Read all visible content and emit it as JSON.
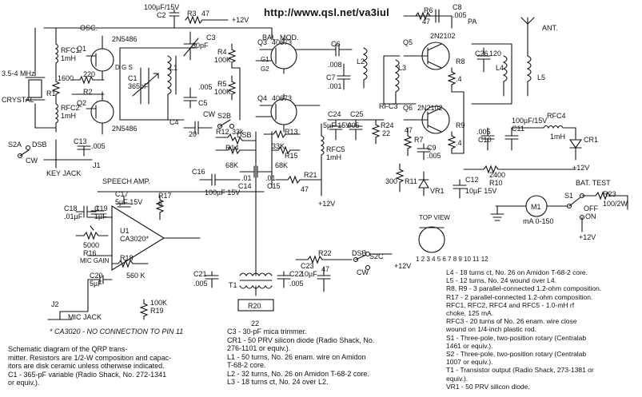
{
  "url": "http://www.qsl.net/va3iul",
  "section_labels": {
    "osc": "OSC.",
    "bal_mod": "BAL. MOD.",
    "pa": "PA",
    "speech_amp": "SPEECH AMP.",
    "ant": "ANT.",
    "key_jack": "KEY JACK",
    "mic_jack": "MIC JACK",
    "top_view": "TOP VIEW",
    "bat_test": "BAT. TEST",
    "crystal": "CRYSTAL",
    "crystal_freq": "3.5-4 MHz"
  },
  "supply": {
    "plus12": "+12V"
  },
  "components": [
    {
      "ref": "C2",
      "value": "100µF/15V"
    },
    {
      "ref": "R3",
      "value": "47"
    },
    {
      "ref": "C3",
      "value": "30pF"
    },
    {
      "ref": "Q1",
      "value": "2N5486"
    },
    {
      "ref": "Q2",
      "value": "2N5486"
    },
    {
      "ref": "RFC1",
      "value": "1mH"
    },
    {
      "ref": "RFC2",
      "value": "1mH"
    },
    {
      "ref": "R1",
      "value": "1600"
    },
    {
      "ref": "R2",
      "value": "220"
    },
    {
      "ref": "C1",
      "value": "365pF"
    },
    {
      "ref": "L1",
      "value": ""
    },
    {
      "ref": "C4",
      "value": "20"
    },
    {
      "ref": "C5",
      "value": ".005"
    },
    {
      "ref": "R4",
      "value": "100K"
    },
    {
      "ref": "R5",
      "value": "100K"
    },
    {
      "ref": "Q3",
      "value": "40673"
    },
    {
      "ref": "Q4",
      "value": "40673"
    },
    {
      "ref": "C6",
      "value": ".008"
    },
    {
      "ref": "C7",
      "value": ".001"
    },
    {
      "ref": "L2",
      "value": ""
    },
    {
      "ref": "L3",
      "value": ""
    },
    {
      "ref": "RFC3",
      "value": ""
    },
    {
      "ref": "R6",
      "value": "47"
    },
    {
      "ref": "C8",
      "value": ".005"
    },
    {
      "ref": "Q5",
      "value": "2N2102"
    },
    {
      "ref": "Q6",
      "value": "2N2102"
    },
    {
      "ref": "R8",
      "value": ".4"
    },
    {
      "ref": "R9",
      "value": ".4"
    },
    {
      "ref": "C26",
      "value": "120"
    },
    {
      "ref": "L4",
      "value": ""
    },
    {
      "ref": "L5",
      "value": ""
    },
    {
      "ref": "RFC4",
      "value": "1mH"
    },
    {
      "ref": "C10",
      "value": ".005"
    },
    {
      "ref": "C11",
      "value": "100µF/15V"
    },
    {
      "ref": "CR1",
      "value": ""
    },
    {
      "ref": "C24",
      "value": "5µF 15V"
    },
    {
      "ref": "C25",
      "value": ".005"
    },
    {
      "ref": "R24",
      "value": "22"
    },
    {
      "ref": "RFC5",
      "value": "1mH"
    },
    {
      "ref": "R12",
      "value": "33k"
    },
    {
      "ref": "R13",
      "value": "33K"
    },
    {
      "ref": "R14",
      "value": "68K"
    },
    {
      "ref": "R15",
      "value": "68K"
    },
    {
      "ref": "C16",
      "value": "100µF 15V"
    },
    {
      "ref": "C14",
      "value": ".01"
    },
    {
      "ref": "C15",
      "value": ".01"
    },
    {
      "ref": "R21",
      "value": "47"
    },
    {
      "ref": "R7",
      "value": "47"
    },
    {
      "ref": "C9",
      "value": ".005"
    },
    {
      "ref": "R11",
      "value": "300"
    },
    {
      "ref": "VR1",
      "value": ""
    },
    {
      "ref": "C12",
      "value": "10µF 15V"
    },
    {
      "ref": "R10",
      "value": "2400"
    },
    {
      "ref": "C13",
      "value": ".005"
    },
    {
      "ref": "C17",
      "value": "5µF 15V"
    },
    {
      "ref": "R17",
      "value": "6"
    },
    {
      "ref": "C18",
      "value": ".01µF"
    },
    {
      "ref": "C19",
      "value": "1µF"
    },
    {
      "ref": "U1",
      "value": "CA3020*"
    },
    {
      "ref": "R16",
      "value": "5000"
    },
    {
      "ref": "R18",
      "value": "560 K"
    },
    {
      "ref": "C20",
      "value": "5µF"
    },
    {
      "ref": "R19",
      "value": "100K"
    },
    {
      "ref": "C21",
      "value": ".005"
    },
    {
      "ref": "T1",
      "value": ""
    },
    {
      "ref": "C22",
      "value": ".005"
    },
    {
      "ref": "R20",
      "value": "22"
    },
    {
      "ref": "R22",
      "value": "47"
    },
    {
      "ref": "C23",
      "value": "10µF"
    },
    {
      "ref": "R23",
      "value": "100/2W"
    },
    {
      "ref": "M1",
      "value": "mA 0-150"
    }
  ],
  "switch_labels": {
    "s2a": "S2A",
    "s2b": "S2B",
    "s2c": "S2C",
    "s1": "S1",
    "j1": "J1",
    "j2": "J2",
    "dsb": "DSB",
    "cw": "CW",
    "on": "ON",
    "off": "OFF",
    "mic_gain": "MIC GAIN",
    "pin_labels": "1 2 3 4 5 6 7 8 9 10 11 12",
    "q_pins": "D G S",
    "g1": "G1",
    "g2": "G2"
  },
  "footnote": "* CA3020 - NO CONNECTION TO PIN 11",
  "caption_left": [
    "Schematic diagram of the QRP trans-",
    "mitter. Resistors are 1/2-W composition and capac-",
    "itors are disk ceramic unless otherwise indicated.",
    "C1 - 365-pF variable (Radio Shack, No. 272-1341",
    "or equiv.)."
  ],
  "caption_mid": [
    "C3 - 30-pF mica trimmer.",
    "CR1 - 50 PRV silicon diode (Radio Shack, No.",
    "276-1101 or equiv.).",
    "L1 - 50 turns, No. 26 enam. wire on Amidon",
    "T-68-2 core.",
    "L2 - 32 turns, No. 26 on Amidon T-68-2 core.",
    "L3 - 18 turns ct, No. 24 over L2."
  ],
  "caption_right": [
    "L4 - 18 turns ct, No. 26 on Amidon T-68-2 core.",
    "L5 - 12 turns, No. 24 wound over L4.",
    "R8, R9 - 3 parallel-connected 1.2-ohm composition.",
    "R17 - 2 parallel-connected 1.2-ohm composition.",
    "RFC1, RFC2, RFC4 and RFC5 - 1.0-mH rf",
    "choke, 125 mA.",
    "RFC3 - 20 turns of No. 26 enam. wire close",
    "wound on 1/4-inch plastic rod.",
    "S1 - Three-pole, two-position rotary (Centralab",
    "1461 or equiv.).",
    "S2 - Three-pole, two-position rotary (Centralab",
    "1007 or equiv.).",
    "T1 - Transistor output (Radio Shack, 273-1381 or",
    "equiv.).",
    "VR1 - 50 PRV silicon diode."
  ]
}
